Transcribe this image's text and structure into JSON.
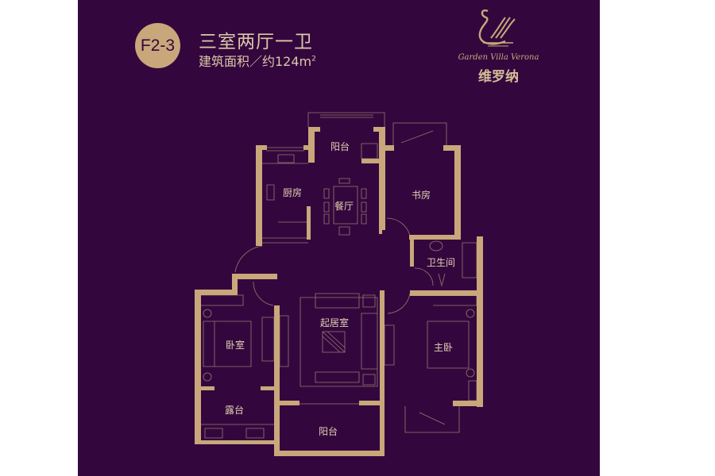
{
  "header": {
    "unit_code": "F2-3",
    "layout_type": "三室两厅一卫",
    "area_label": "建筑面积／约124m",
    "area_superscript": "2"
  },
  "brand": {
    "name_en": "Garden Villa Verona",
    "name_cn": "维罗纳",
    "logo_icon": "swan-logo-icon"
  },
  "rooms": {
    "balcony_north": "阳台",
    "kitchen": "厨房",
    "dining": "餐厅",
    "study": "书房",
    "bathroom": "卫生间",
    "living": "起居室",
    "bedroom": "卧室",
    "master_bedroom": "主卧",
    "terrace": "露台",
    "balcony_south": "阳台"
  },
  "colors": {
    "background": "#33073e",
    "gold": "#c9a77a",
    "text": "#dcc7a8"
  }
}
